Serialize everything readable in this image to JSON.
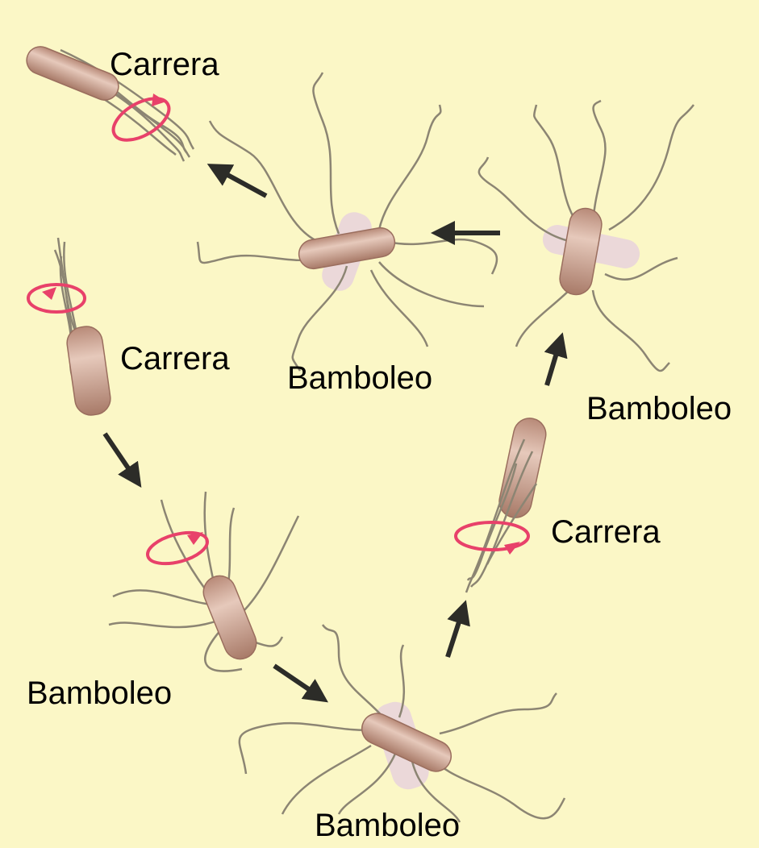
{
  "labels": {
    "run_1": "Carrera",
    "run_2": "Carrera",
    "run_3": "Carrera",
    "tumble_1": "Bamboleo",
    "tumble_2": "Bamboleo",
    "tumble_3": "Bamboleo",
    "tumble_4": "Bamboleo"
  },
  "colors": {
    "background": "#fbf7c6",
    "cell_body": "#c9a08c",
    "cell_shadow": "#e8d2dc",
    "flagellum": "#8c8573",
    "rotation_arrow": "#e8416a",
    "path_arrow": "#2c2c28",
    "text": "#000000"
  }
}
